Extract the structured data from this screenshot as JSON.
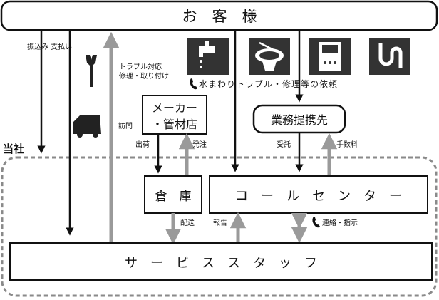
{
  "customer": "お　客　様",
  "payment_label": "振込み 支払い",
  "trouble_label_line1": "トラブル対応",
  "trouble_label_line2": "修理・取り付け",
  "visit_label": "訪問",
  "shipping_label": "出荷",
  "order_label": "発注",
  "water_trouble_label": "水まわりトラブル・修理等の依頼",
  "maker_line1": "メーカー",
  "maker_line2": "・管材店",
  "partner": "業務提携先",
  "company_label": "当社",
  "consign_label": "受託",
  "fee_label": "手数料",
  "warehouse": "倉　庫",
  "call_center": "コ　ー　ル　セ　ン　タ　ー",
  "delivery_label": "配送",
  "report_label": "報告",
  "contact_label": "連絡・指示",
  "service_staff": "サ　ー　ビ　ス　ス　タ　ッ　フ",
  "icons": [
    "wrench-icon",
    "van-icon",
    "faucet-icon",
    "toilet-icon",
    "water-heater-icon",
    "drain-pipe-icon",
    "phone-icon"
  ]
}
